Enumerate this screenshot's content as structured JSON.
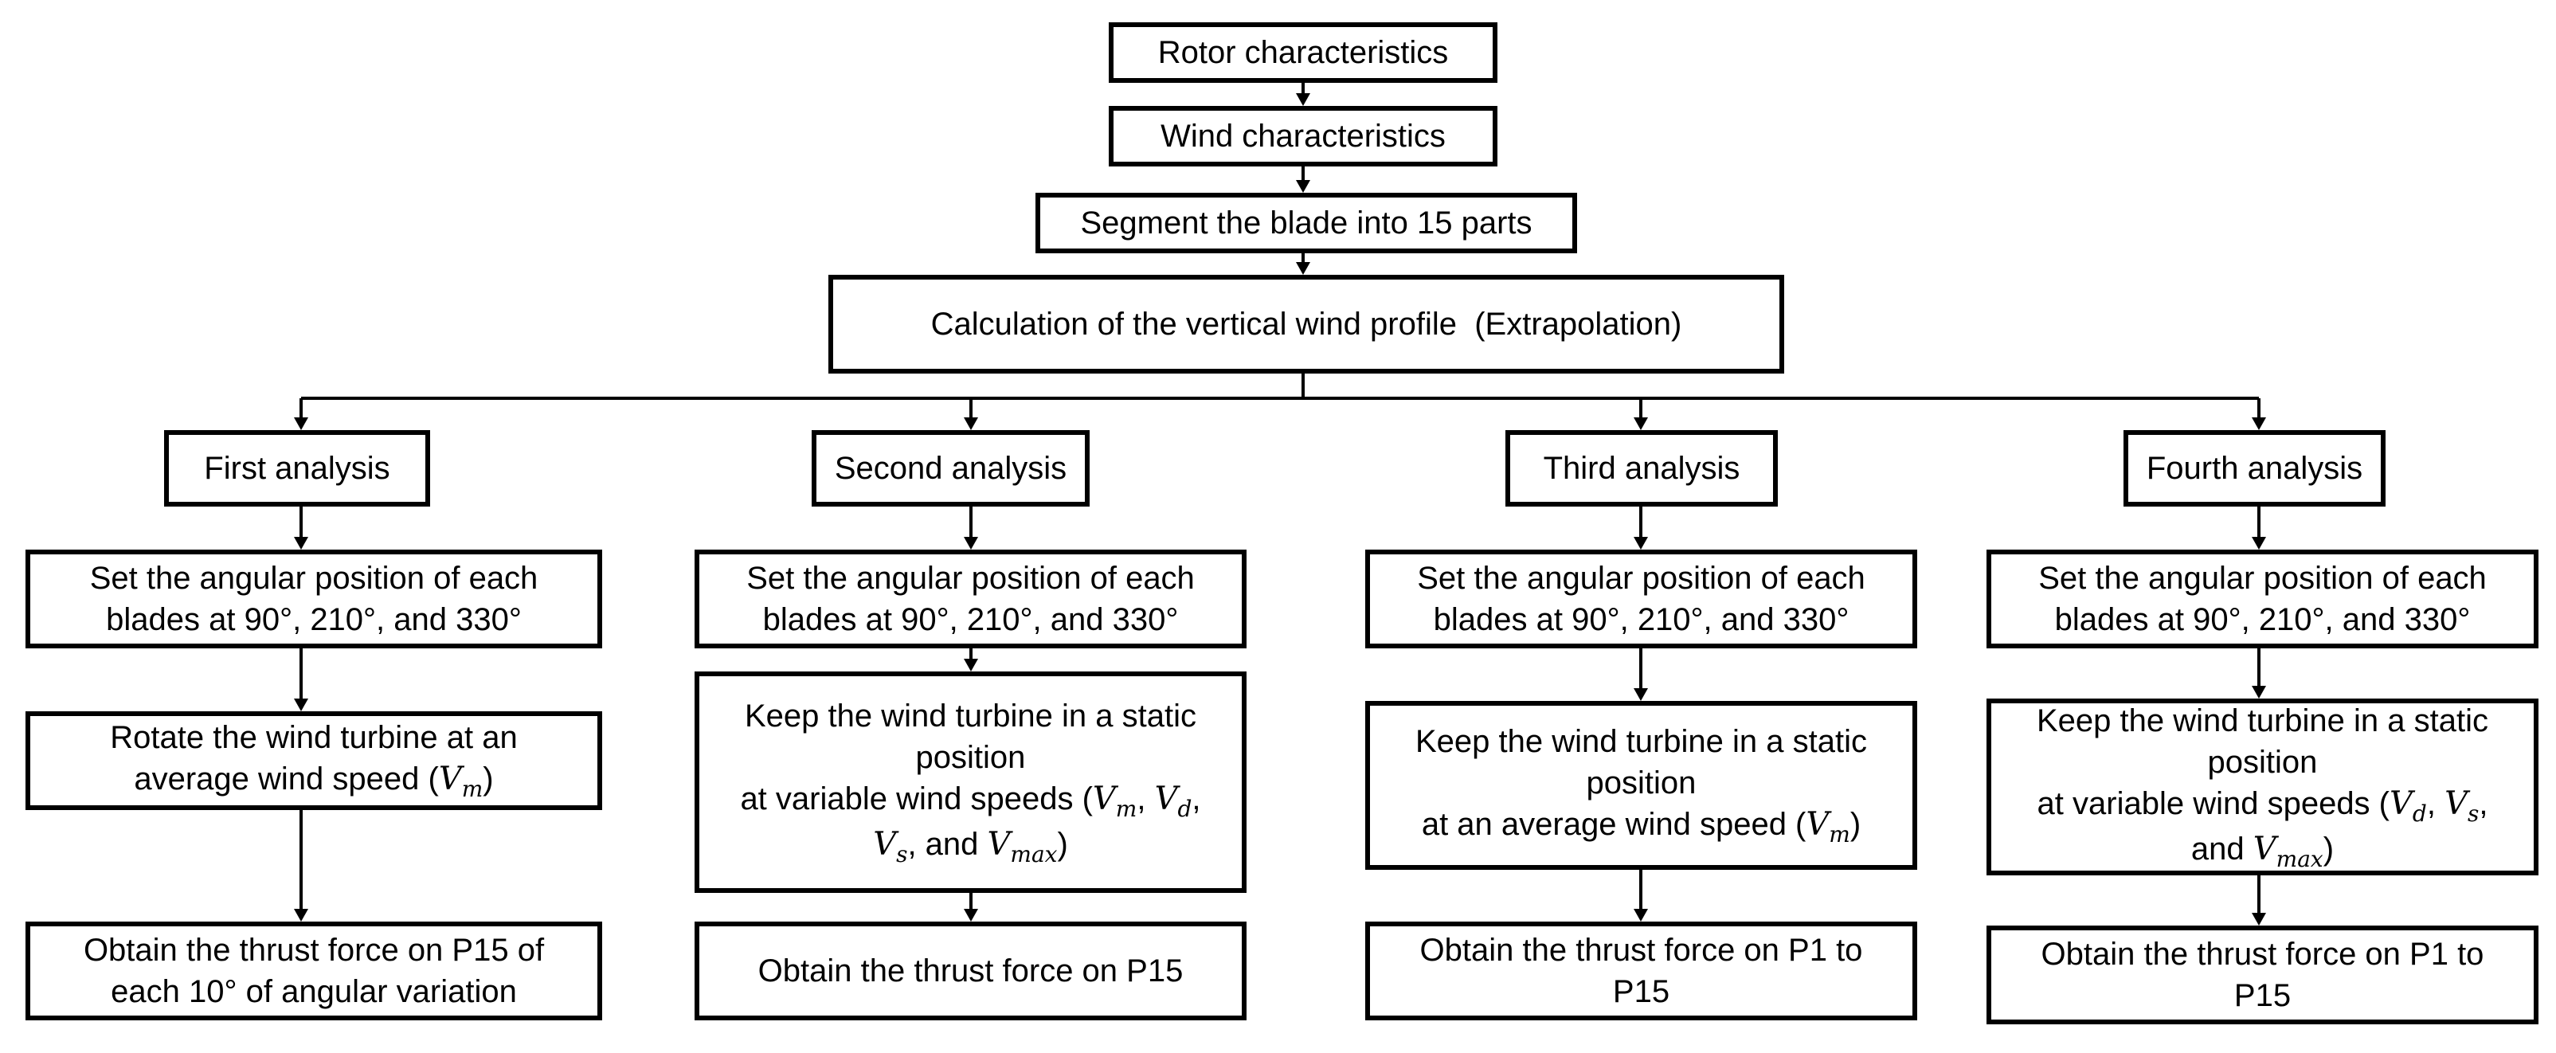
{
  "flow": {
    "rotor": "Rotor characteristics",
    "wind": "Wind characteristics",
    "segment": "Segment the blade into 15 parts",
    "profile": "Calculation of the vertical wind profile  (Extrapolation)"
  },
  "columns": [
    {
      "title": "First analysis",
      "steps": [
        {
          "lines": [
            "Set the angular position of each",
            "blades at 90°, 210°, and 330°"
          ]
        },
        {
          "lines": [
            "Rotate the wind turbine at an",
            "average wind speed (V_m)"
          ]
        },
        {
          "lines": [
            "Obtain the thrust force on P15 of",
            "each 10° of angular variation"
          ]
        }
      ]
    },
    {
      "title": "Second analysis",
      "steps": [
        {
          "lines": [
            "Set the angular position of each",
            "blades at 90°, 210°, and 330°"
          ]
        },
        {
          "lines": [
            "Keep the wind turbine in a static",
            "position",
            "at variable wind speeds (V_m, V_d,",
            "V_s, and V_max)"
          ]
        },
        {
          "lines": [
            "Obtain the thrust force on P15"
          ]
        }
      ]
    },
    {
      "title": "Third analysis",
      "steps": [
        {
          "lines": [
            "Set the angular position of each",
            "blades at 90°, 210°, and 330°"
          ]
        },
        {
          "lines": [
            "Keep the wind turbine in a static",
            "position",
            "at an average wind speed (V_m)"
          ]
        },
        {
          "lines": [
            "Obtain the thrust force on P1 to",
            "P15"
          ]
        }
      ]
    },
    {
      "title": "Fourth analysis",
      "steps": [
        {
          "lines": [
            "Set the angular position of each",
            "blades at 90°, 210°, and 330°"
          ]
        },
        {
          "lines": [
            "Keep the wind turbine in a static",
            "position",
            "at variable wind speeds (V_d, V_s,",
            "and V_max)"
          ]
        },
        {
          "lines": [
            "Obtain the thrust force on P1 to",
            "P15"
          ]
        }
      ]
    }
  ]
}
